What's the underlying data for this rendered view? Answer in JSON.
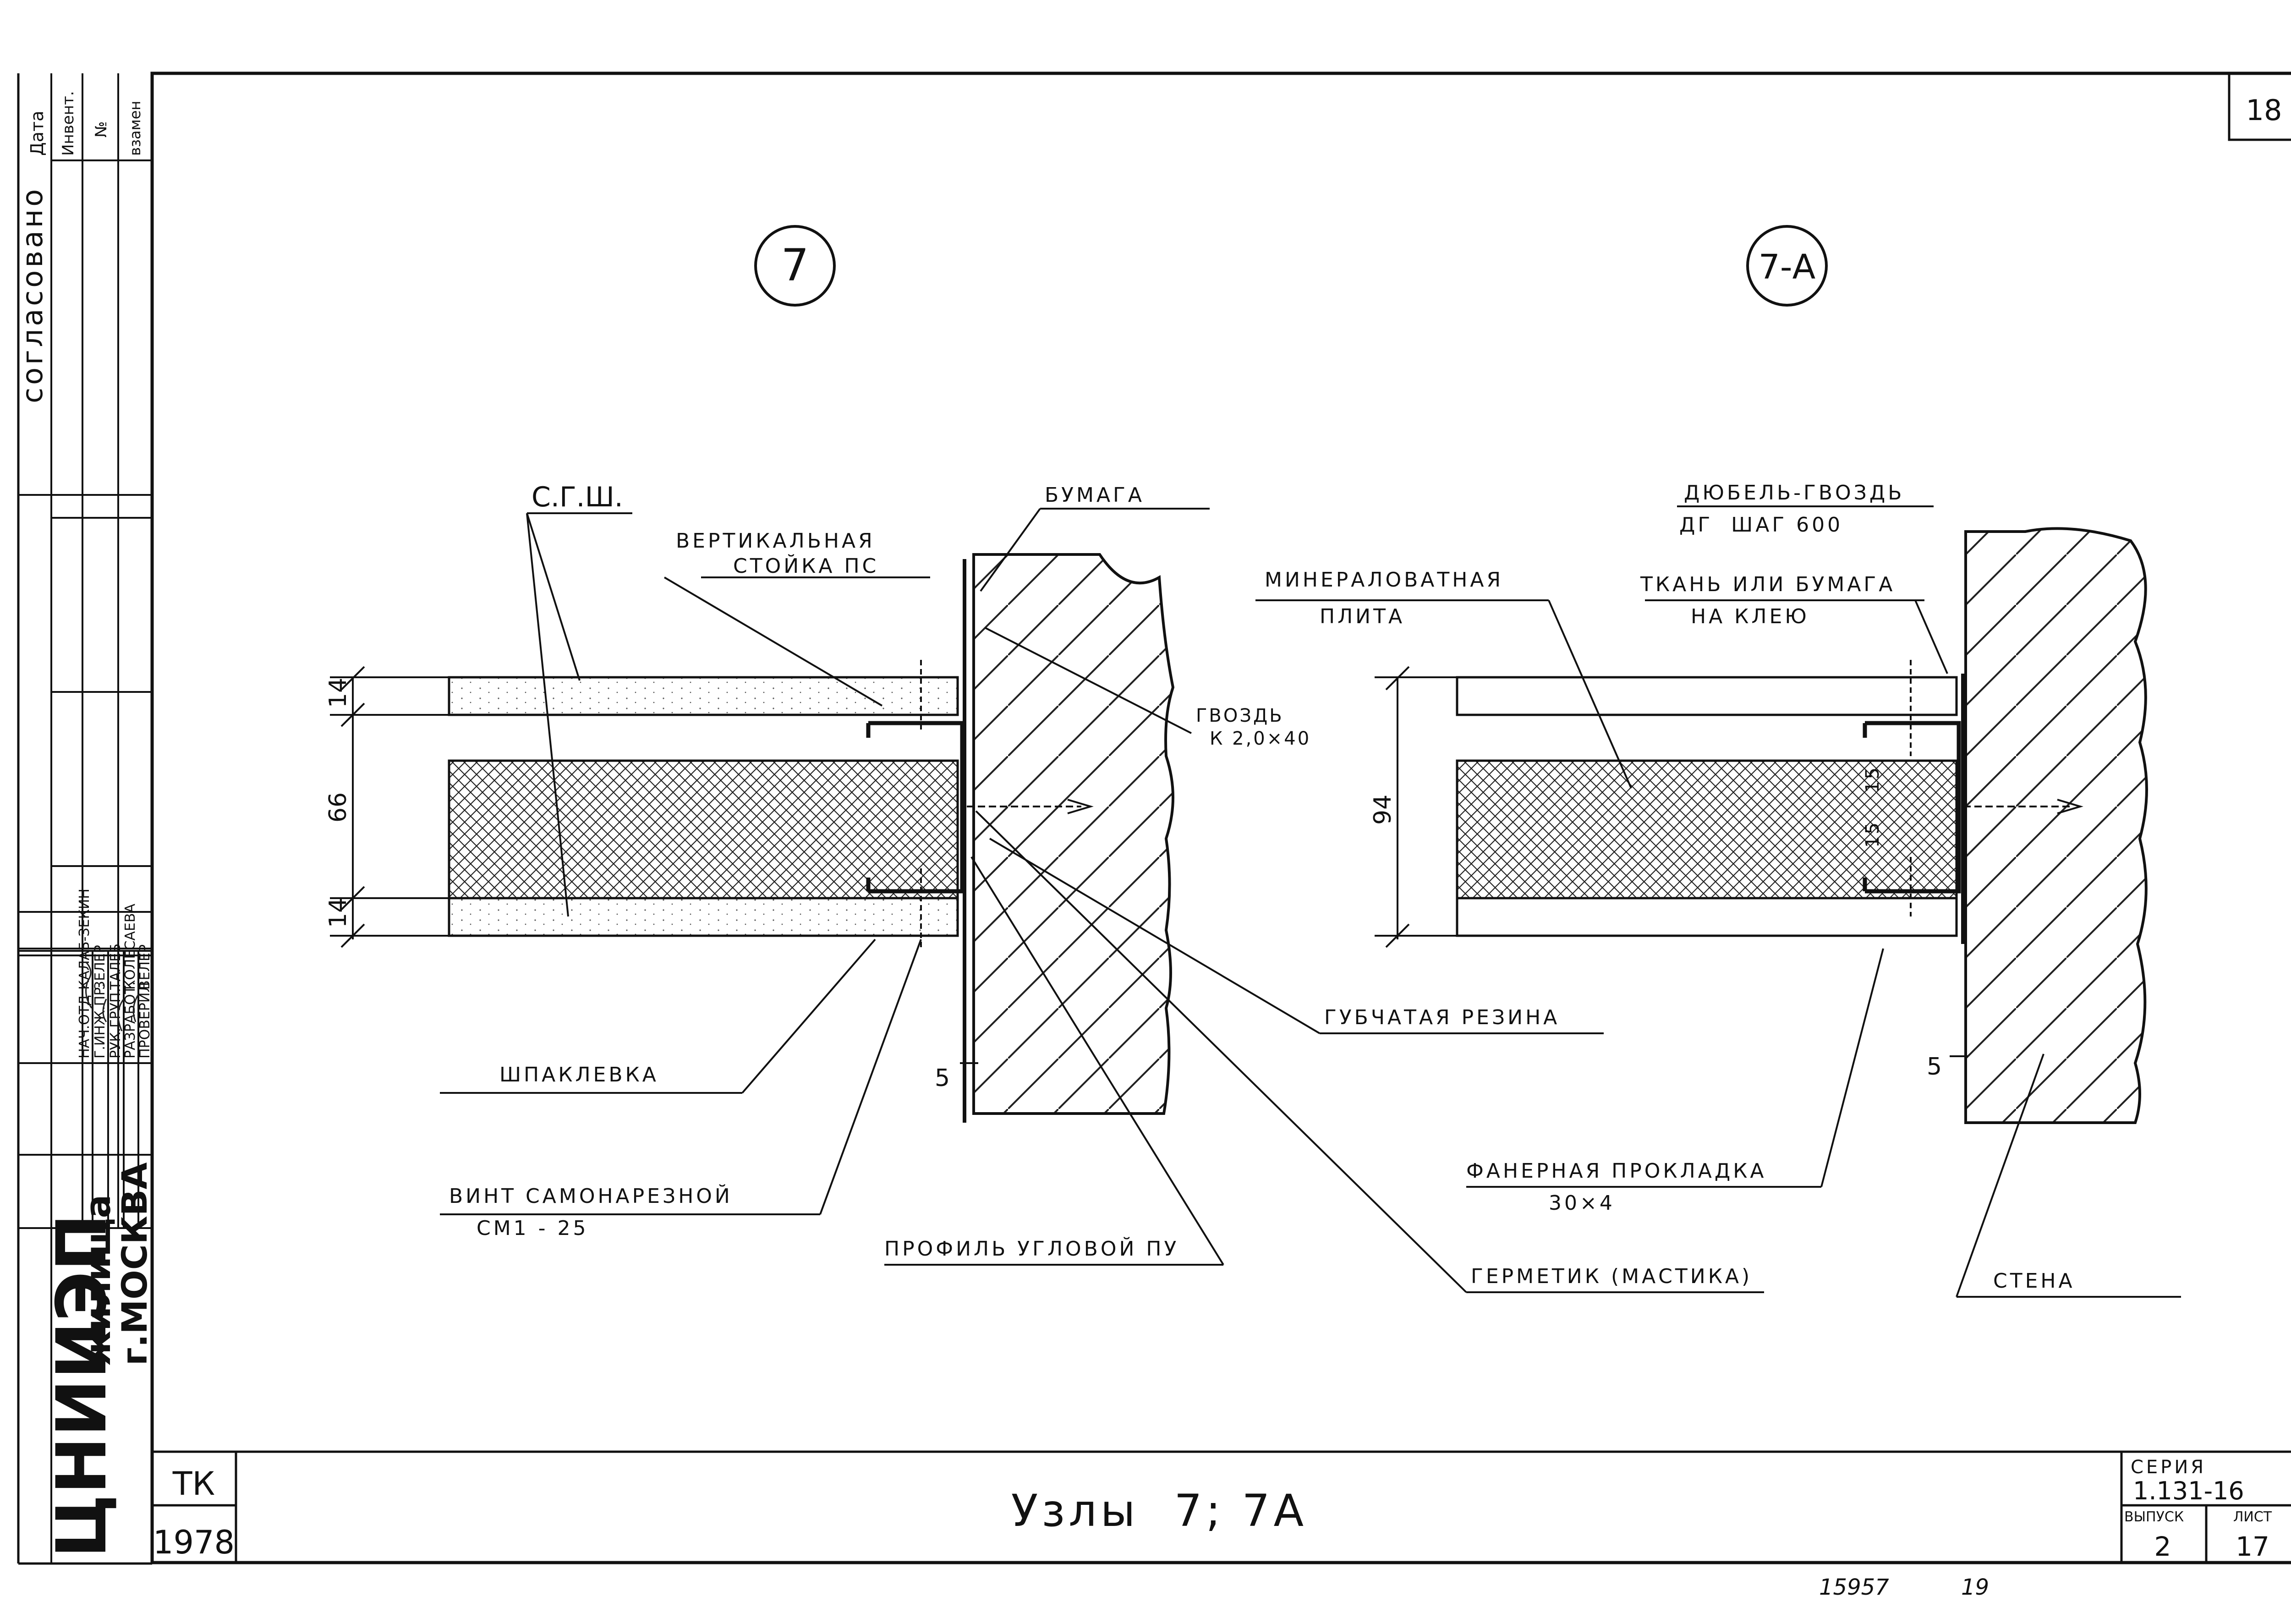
{
  "sheet": {
    "page_number": "18",
    "footer_code": "15957",
    "footer_num": "19"
  },
  "side_stamp": {
    "agreed": "согласовано",
    "col_date": "Дата",
    "col_invent": "Инвент.",
    "col_no": "№",
    "col_replace": "взамен",
    "rows": [
      {
        "role": "НАЧ.ОТД",
        "name": "КАЛАБ-ЗЕКИН"
      },
      {
        "role": "Г.ИНЖ.ПР.",
        "name": "ЗЕЛЕР"
      },
      {
        "role": "РУК.ГРУП.",
        "name": "ТАЛЕБ"
      },
      {
        "role": "РАЗРАБОТ.",
        "name": "КОЛЕСАЕВА"
      },
      {
        "role": "ПРОВЕРИЛ",
        "name": "ВЕЛЕР"
      }
    ],
    "org_logo": "ЦНИИЭП",
    "org_line1": "жилища",
    "org_line2": "г.МОСКВА"
  },
  "title_block": {
    "tk": "ТК",
    "year": "1978",
    "title": "Узлы  7; 7А",
    "series_label": "СЕРИЯ",
    "series_value": "1.131-16",
    "issue_label": "ВЫПУСК",
    "issue_value": "2",
    "sheet_label": "ЛИСТ",
    "sheet_value": "17"
  },
  "node7": {
    "marker": "7",
    "labels": {
      "sgsh": "С.Г.Ш.",
      "vert1": "ВЕРТИКАЛЬНАЯ",
      "vert2": "СТОЙКА ПС",
      "paper": "БУМАГА",
      "nail1": "ГВОЗДЬ",
      "nail2": "К 2,0×40",
      "putty": "ШПАКЛЕВКА",
      "screw1": "ВИНТ САМОНАРЕЗНОЙ",
      "screw2": "СМ1 - 25",
      "profile": "ПРОФИЛЬ УГЛОВОЙ ПУ",
      "rubber": "ГУБЧАТАЯ РЕЗИНА",
      "sealant": "ГЕРМЕТИК (МАСТИКА)"
    },
    "dims": {
      "d14_top": "14",
      "d66": "66",
      "d14_bot": "14",
      "d5": "5"
    }
  },
  "node7a": {
    "marker": "7-А",
    "labels": {
      "dowel1": "ДЮБЕЛЬ-ГВОЗДЬ",
      "dowel2": "ДГ  ШАГ 600",
      "wool1": "МИНЕРАЛОВАТНАЯ",
      "wool2": "ПЛИТА",
      "fabric1": "ТКАНЬ ИЛИ БУМАГА",
      "fabric2": "НА КЛЕЮ",
      "plywood1": "ФАНЕРНАЯ ПРОКЛАДКА",
      "plywood2": "30×4",
      "wall": "СТЕНА"
    },
    "dims": {
      "d94": "94",
      "d15a": "15",
      "d15b": "15",
      "d5": "5"
    }
  }
}
